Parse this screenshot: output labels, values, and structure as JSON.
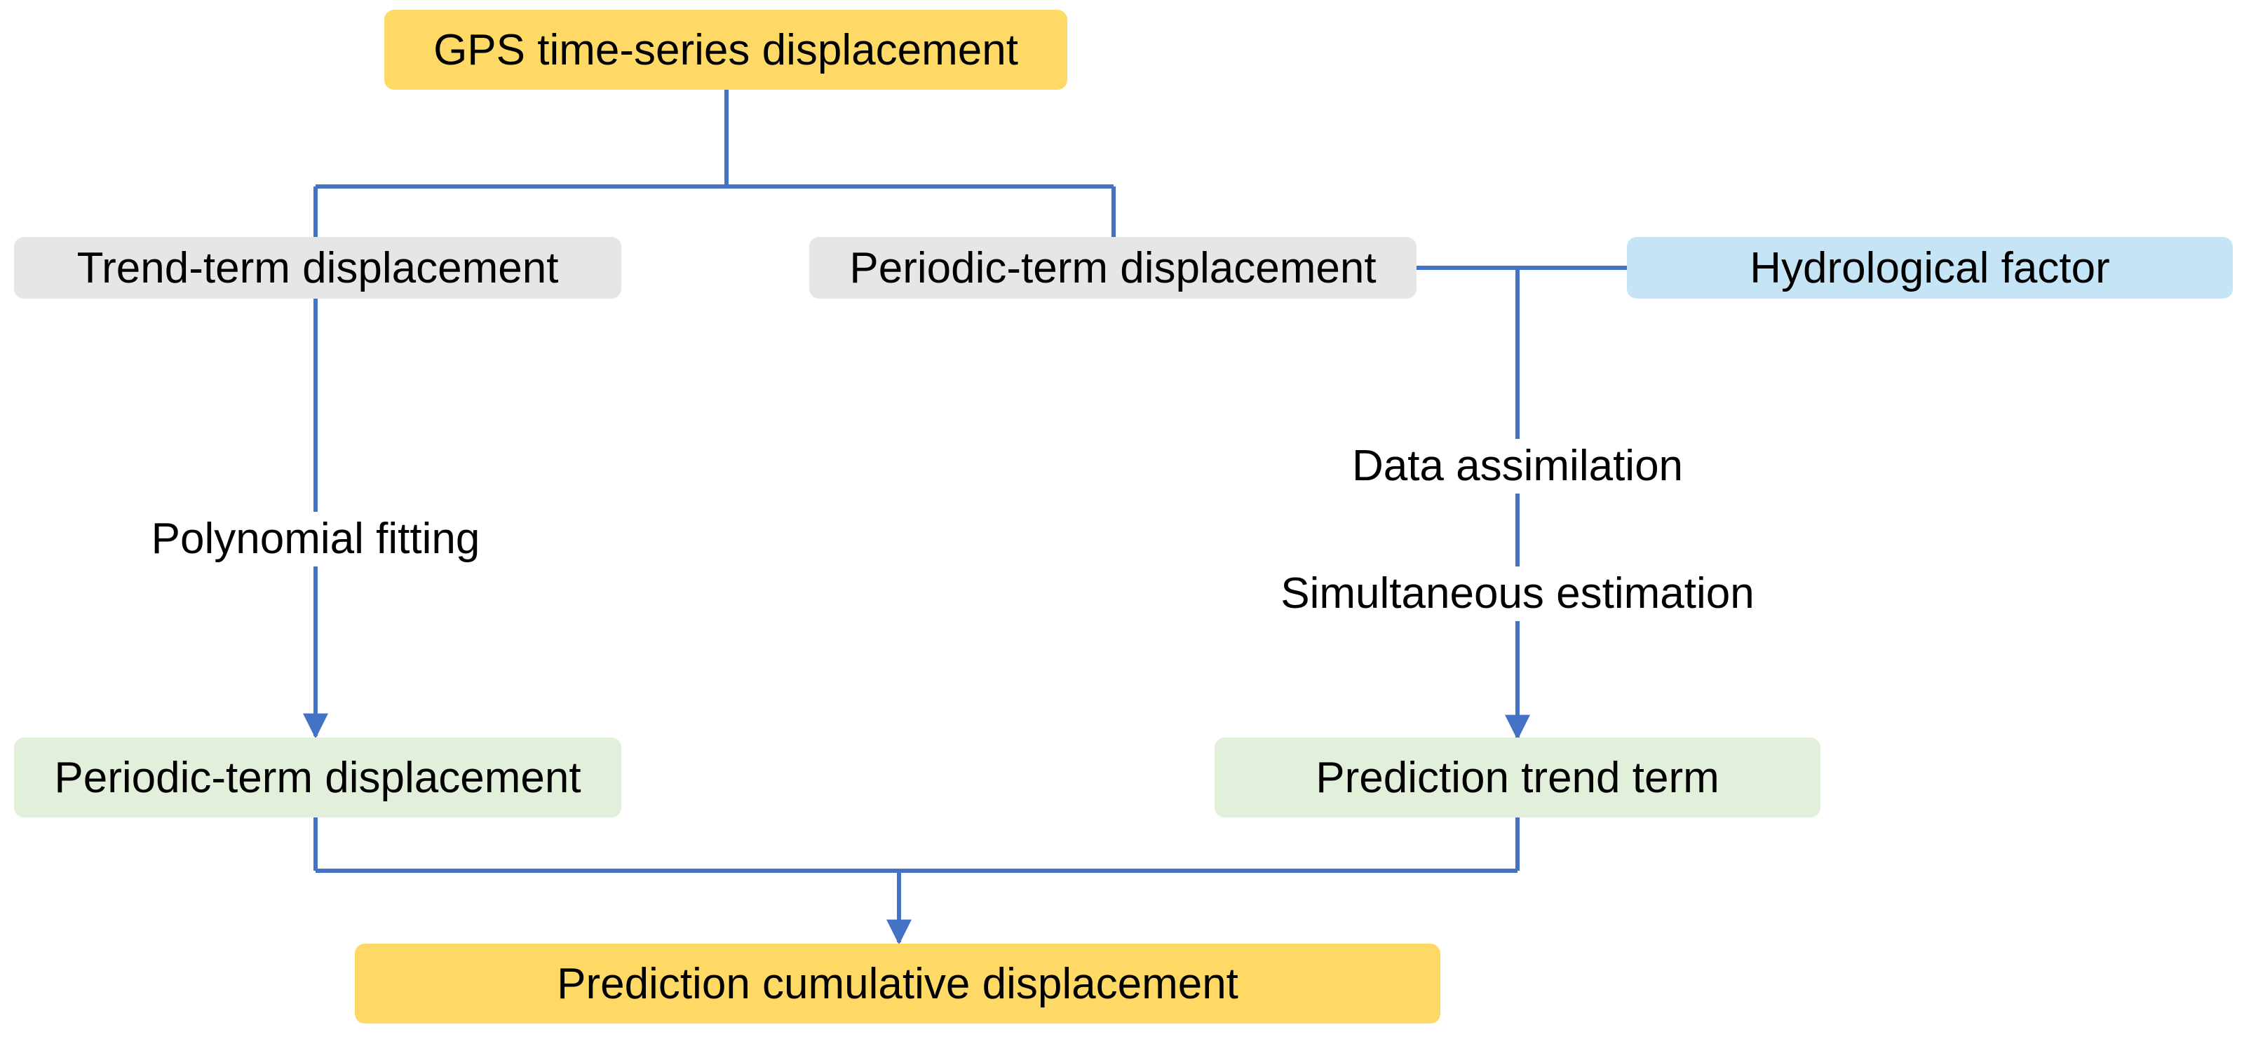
{
  "colors": {
    "connector": "#4472C4",
    "box_yellow": "#FFD966",
    "box_gray": "#E7E6E6",
    "box_green": "#E2EFDA",
    "box_blue": "#C5E4F5"
  },
  "nodes": {
    "gps": "GPS time-series displacement",
    "trend": "Trend-term displacement",
    "periodic": "Periodic-term displacement",
    "hydro": "Hydrological factor",
    "periodic_pred": "Periodic-term displacement",
    "trend_pred": "Prediction trend term",
    "cumulative": "Prediction cumulative displacement"
  },
  "edge_labels": {
    "polynomial": "Polynomial fitting",
    "assimilation": "Data assimilation",
    "simultaneous": "Simultaneous estimation"
  }
}
